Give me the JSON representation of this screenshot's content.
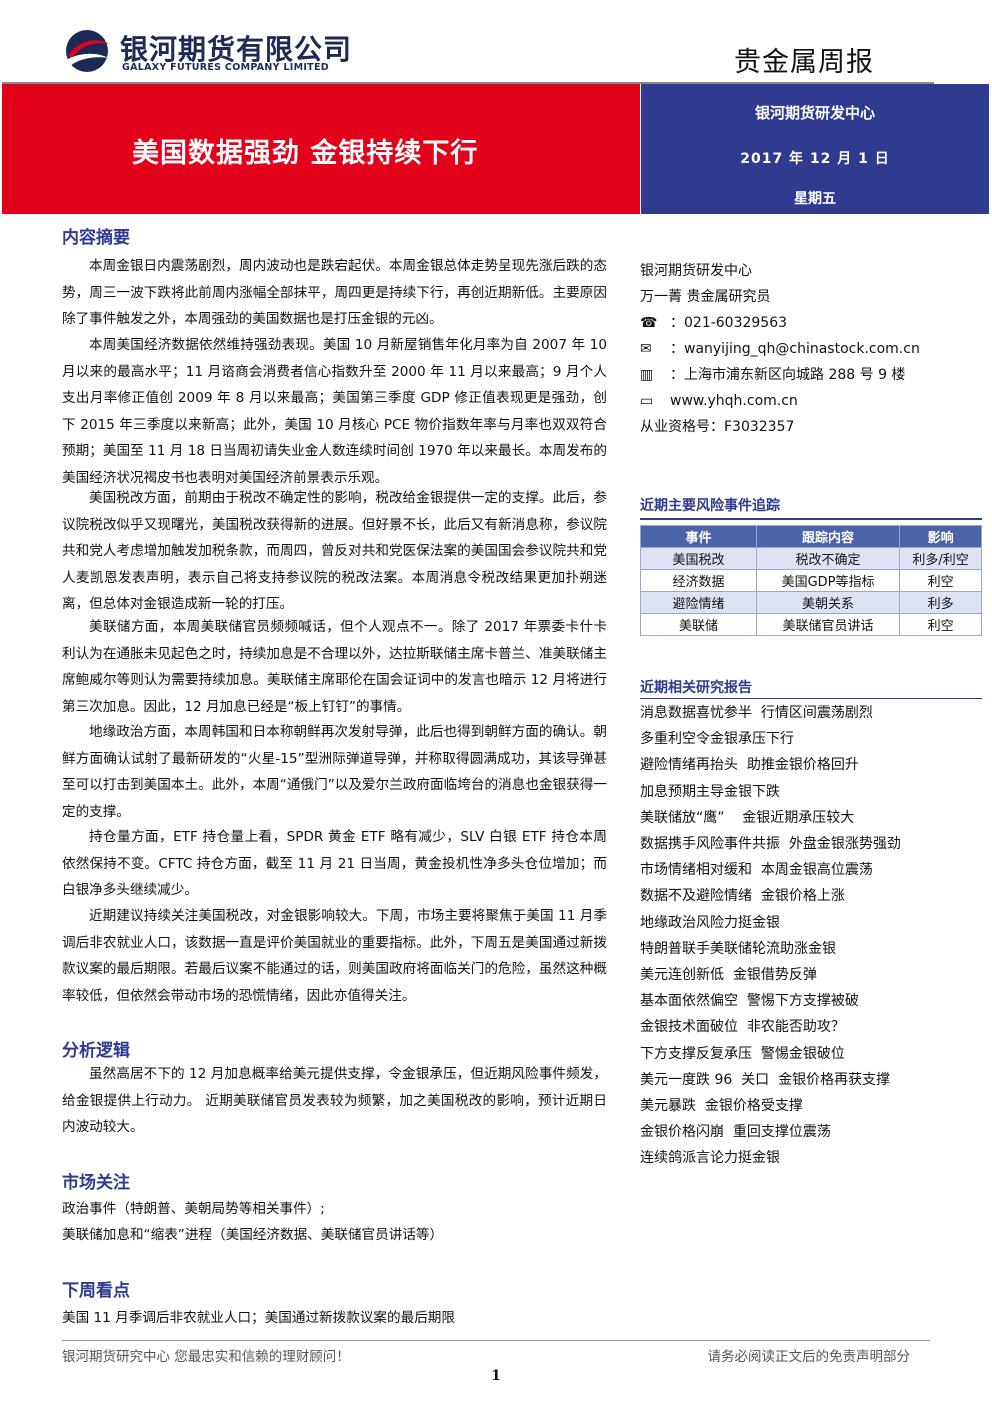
{
  "header": {
    "company_cn": "银河期货有限公司",
    "company_en": "GALAXY FUTURES COMPANY LIMITED",
    "report_type": "贵金属周报"
  },
  "banner": {
    "title": "美国数据强劲  金银持续下行",
    "org": "银河期货研发中心",
    "date": "2017 年 12 月 1 日",
    "weekday": "星期五"
  },
  "summary": {
    "title": "内容摘要",
    "paragraphs": [
      "本周金银日内震荡剧烈，周内波动也是跌宕起伏。本周金银总体走势呈现先涨后跌的态势，周三一波下跌将此前周内涨幅全部抹平，周四更是持续下行，再创近期新低。主要原因除了事件触发之外，本周强劲的美国数据也是打压金银的元凶。",
      "本周美国经济数据依然维持强劲表现。美国 10 月新屋销售年化月率为自 2007 年 10 月以来的最高水平；11 月谘商会消费者信心指数升至 2000 年 11 月以来最高；9 月个人支出月率修正值创 2009 年 8 月以来最高；美国第三季度 GDP 修正值表现更是强劲，创下 2015 年三季度以来新高；此外，美国 10 月核心 PCE 物价指数年率与月率也双双符合预期；美国至 11 月 18 日当周初请失业金人数连续时间创 1970 年以来最长。本周发布的美国经济状况褐皮书也表明对美国经济前景表示乐观。",
      "美国税改方面，前期由于税改不确定性的影响，税改给金银提供一定的支撑。此后，参议院税改似乎又现曙光，美国税改获得新的进展。但好景不长，此后又有新消息称，参议院共和党人考虑增加触发加税条款，而周四，曾反对共和党医保法案的美国国会参议院共和党人麦凯恩发表声明，表示自己将支持参议院的税改法案。本周消息令税改结果更加扑朔迷离，但总体对金银造成新一轮的打压。",
      "美联储方面，本周美联储官员频频喊话，但个人观点不一。除了 2017 年票委卡什卡利认为在通胀未见起色之时，持续加息是不合理以外，达拉斯联储主席卡普兰、准美联储主席鲍威尔等则认为需要持续加息。美联储主席耶伦在国会证词中的发言也暗示 12 月将进行第三次加息。因此，12 月加息已经是“板上钉钉”的事情。",
      "地缘政治方面，本周韩国和日本称朝鲜再次发射导弹，此后也得到朝鲜方面的确认。朝鲜方面确认试射了最新研发的“火星-15”型洲际弹道导弹，并称取得圆满成功，其该导弹甚至可以打击到美国本土。此外，本周“通俄门”以及爱尔兰政府面临垮台的消息也金银获得一定的支撑。",
      "持仓量方面，ETF 持仓量上看，SPDR 黄金 ETF 略有减少，SLV 白银 ETF 持仓本周依然保持不变。CFTC 持仓方面，截至 11 月 21 日当周，黄金投机性净多头仓位增加；而白银净多头继续减少。",
      "近期建议持续关注美国税改，对金银影响较大。下周，市场主要将聚焦于美国 11 月季调后非农就业人口，该数据一直是评价美国就业的重要指标。此外，下周五是美国通过新拨款议案的最后期限。若最后议案不能通过的话，则美国政府将面临关门的危险，虽然这种概率较低，但依然会带动市场的恐慌情绪，因此亦值得关注。"
    ]
  },
  "logic": {
    "title": "分析逻辑",
    "paragraph": "虽然高居不下的 12 月加息概率给美元提供支撑，令金银承压，但近期风险事件频发，给金银提供上行动力。 近期美联储官员发表较为频繁，加之美国税改的影响，预计近期日内波动较大。"
  },
  "focus": {
    "title": "市场关注",
    "lines": [
      "政治事件（特朗普、美朝局势等相关事件）;",
      "美联储加息和“缩表”进程（美国经济数据、美联储官员讲话等）"
    ]
  },
  "next_week": {
    "title": "下周看点",
    "line": "美国 11 月季调后非农就业人口；美国通过新拨款议案的最后期限"
  },
  "contact": {
    "org": "银河期货研发中心",
    "analyst": "万一菁    贵金属研究员",
    "phone": "：021-60329563",
    "email": "：wanyijing_qh@chinastock.com.cn",
    "address": "：上海市浦东新区向城路 288 号 9 楼",
    "website": "www.yhqh.com.cn",
    "license": "从业资格号：F3032357",
    "icons": [
      "phone-icon",
      "email-icon",
      "address-book-icon",
      "computer-icon"
    ]
  },
  "risk_tracking": {
    "title": "近期主要风险事件追踪",
    "headers": [
      "事件",
      "跟踪内容",
      "影响"
    ],
    "rows": [
      [
        "美国税改",
        "税改不确定",
        "利多/利空"
      ],
      [
        "经济数据",
        "美国GDP等指标",
        "利空"
      ],
      [
        "避险情绪",
        "美朝关系",
        "利多"
      ],
      [
        "美联储",
        "美联储官员讲话",
        "利空"
      ]
    ]
  },
  "related_reports": {
    "title": "近期相关研究报告",
    "items": [
      "消息数据喜忧参半  行情区间震荡剧烈",
      "多重利空令金银承压下行",
      "避险情绪再抬头  助推金银价格回升",
      "加息预期主导金银下跌",
      "美联储放“鹰”    金银近期承压较大",
      "数据携手风险事件共振  外盘金银涨势强劲",
      "市场情绪相对缓和  本周金银高位震荡",
      "数据不及避险情绪  金银价格上涨",
      "地缘政治风险力挺金银",
      "特朗普联手美联储轮流助涨金银",
      "美元连创新低  金银借势反弹",
      "基本面依然偏空  警惕下方支撑被破",
      "金银技术面破位  非农能否助攻？",
      "下方支撑反复承压  警惕金银破位",
      "美元一度跌 96  关口  金银价格再获支撑",
      "美元暴跌  金银价格受支撑",
      "金银价格闪崩  重回支撑位震荡",
      "连续鸽派言论力挺金银"
    ]
  },
  "footer": {
    "left": "银河期货研究中心  您最忠实和信赖的理财顾问！",
    "right": "请务必阅读正文后的免责声明部分",
    "page": "1"
  }
}
